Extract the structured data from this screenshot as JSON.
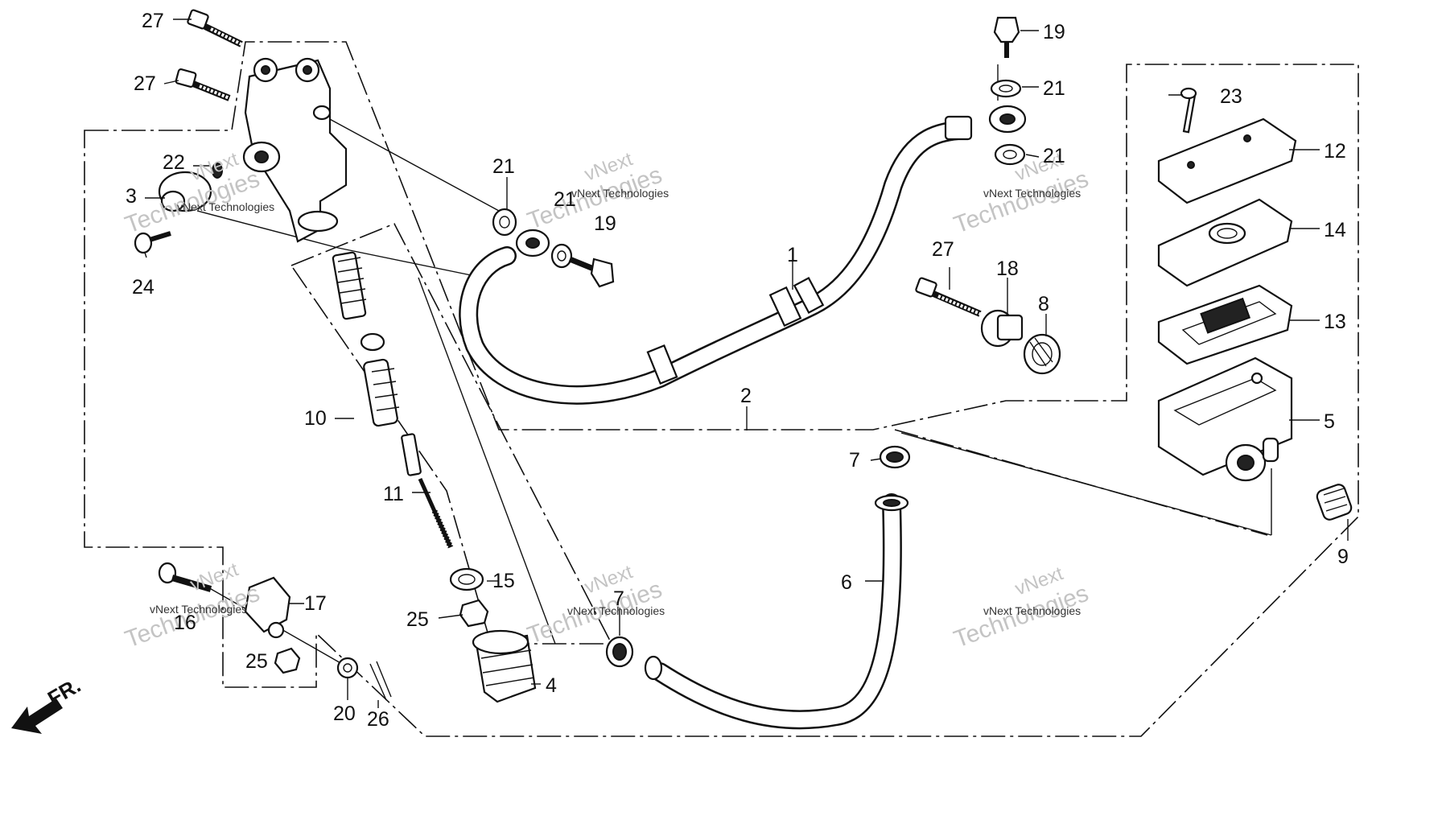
{
  "labels": {
    "l1": "1",
    "l2": "2",
    "l3": "3",
    "l4": "4",
    "l5": "5",
    "l6": "6",
    "l7a": "7",
    "l7b": "7",
    "l8": "8",
    "l9": "9",
    "l10": "10",
    "l11": "11",
    "l12": "12",
    "l13": "13",
    "l14": "14",
    "l15": "15",
    "l16": "16",
    "l17": "17",
    "l18": "18",
    "l19a": "19",
    "l19b": "19",
    "l20": "20",
    "l21a": "21",
    "l21b": "21",
    "l21c": "21",
    "l21d": "21",
    "l22": "22",
    "l23": "23",
    "l24": "24",
    "l25a": "25",
    "l25b": "25",
    "l26": "26",
    "l27a": "27",
    "l27b": "27",
    "l27c": "27"
  },
  "direction": "FR.",
  "watermark": {
    "line1": "vNext",
    "line2": "vNext Technologies",
    "line3": "Technologies"
  }
}
